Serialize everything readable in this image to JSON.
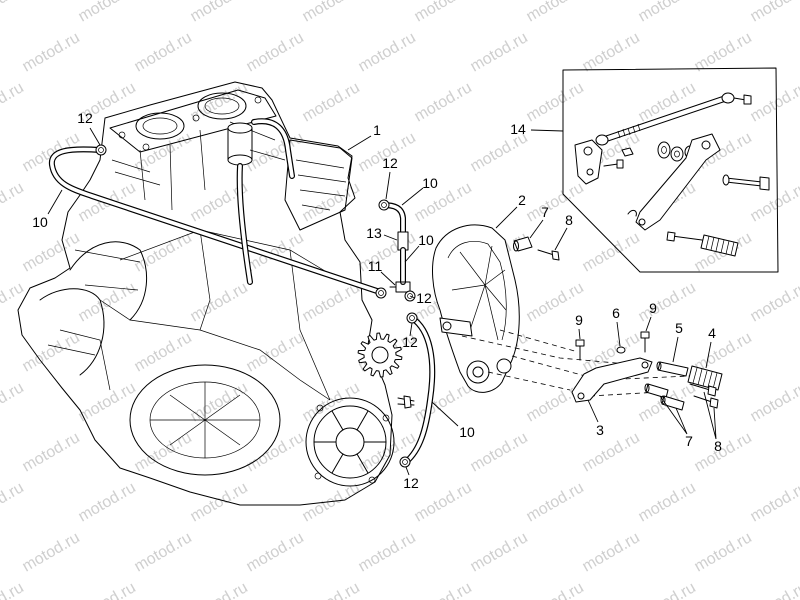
{
  "watermark": "motod.ru",
  "colors": {
    "line": "#000000",
    "watermark": "#cfcfcf",
    "background": "#ffffff"
  },
  "callouts": [
    "12",
    "10",
    "1",
    "12",
    "10",
    "13",
    "10",
    "11",
    "12",
    "12",
    "10",
    "12",
    "2",
    "7",
    "8",
    "14",
    "9",
    "6",
    "9",
    "5",
    "4",
    "3",
    "7",
    "8"
  ]
}
